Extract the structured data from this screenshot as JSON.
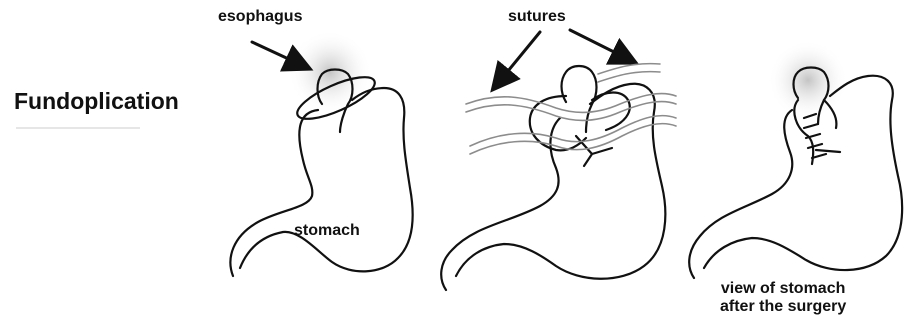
{
  "title": "Fundoplication",
  "labels": {
    "esophagus": "esophagus",
    "sutures": "sutures",
    "stomach": "stomach",
    "after_line1": "view of stomach",
    "after_line2": "after the surgery"
  },
  "colors": {
    "ink": "#111111",
    "highlight": "#bdbdbd",
    "suture": "#9a9a9a"
  }
}
